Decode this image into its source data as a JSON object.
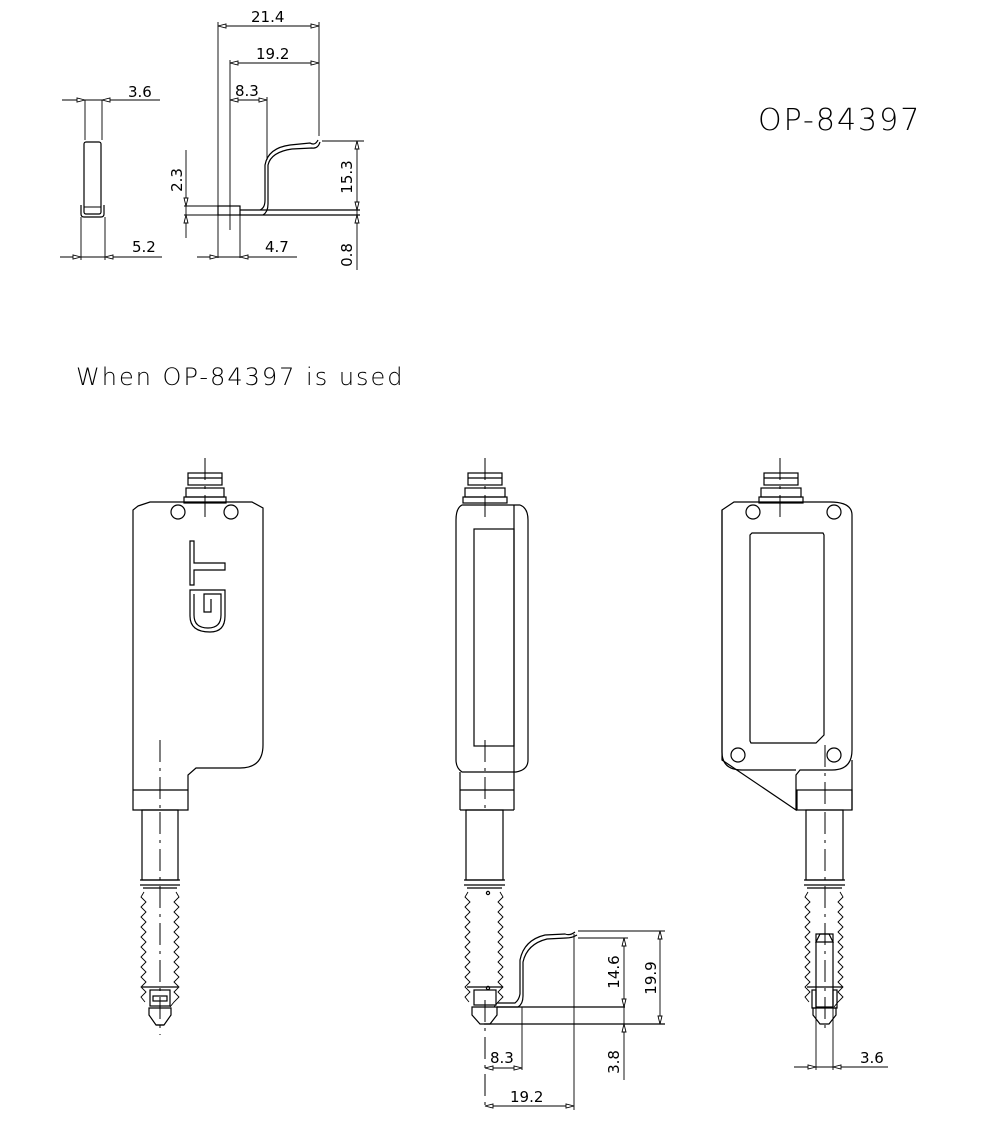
{
  "title": "OP-84397",
  "caption": "When OP-84397 is used",
  "colors": {
    "line": "#000000",
    "background": "#ffffff"
  },
  "part_drawing": {
    "side_view_dims": {
      "width_top": "3.6",
      "width_bottom": "5.2"
    },
    "bracket_view_dims": {
      "overall_width": "21.4",
      "tip_offset": "19.2",
      "bend_offset": "8.3",
      "base_thickness": "2.3",
      "base_width": "4.7",
      "height": "15.3",
      "plate_thickness": "0.8"
    }
  },
  "assembly_views": {
    "front": {
      "logo": "GT"
    },
    "side": {
      "dims": {
        "bend_offset": "8.3",
        "tip_offset": "19.2",
        "inner_height": "14.6",
        "outer_height": "19.9",
        "below_tip": "3.8"
      }
    },
    "back": {
      "dims": {
        "width": "3.6"
      }
    }
  }
}
